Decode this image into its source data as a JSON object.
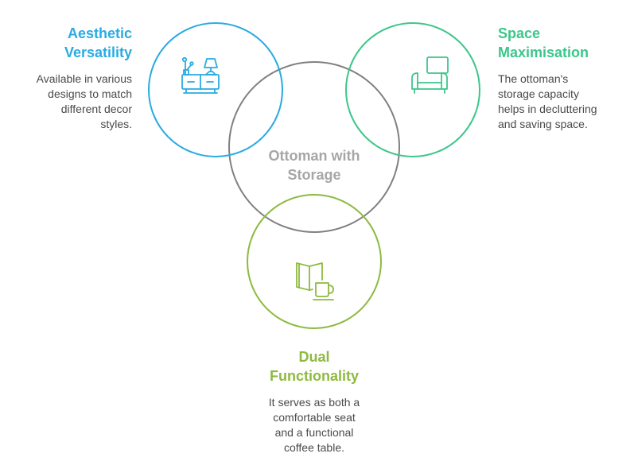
{
  "colors": {
    "aesthetic": "#29abe2",
    "space": "#3cc68a",
    "dual": "#8dba3f",
    "center_ring": "#808080",
    "center_text": "#a6a6a6",
    "body_text": "#4a4a4a"
  },
  "center": {
    "title_lines": [
      "Ottoman with",
      "Storage"
    ]
  },
  "nodes": {
    "aesthetic": {
      "title_lines": [
        "Aesthetic",
        "Versatility"
      ],
      "desc_lines": [
        "Available in various",
        "designs to match",
        "different decor",
        "styles."
      ],
      "icon": "furniture-lamp-icon"
    },
    "space": {
      "title_lines": [
        "Space",
        "Maximisation"
      ],
      "desc_lines": [
        "The ottoman's",
        "storage capacity",
        "helps in decluttering",
        "and saving space."
      ],
      "icon": "armchair-icon"
    },
    "dual": {
      "title_lines": [
        "Dual",
        "Functionality"
      ],
      "desc_lines": [
        "It serves as both a",
        "comfortable seat",
        "and a functional",
        "coffee table."
      ],
      "icon": "book-and-cup-icon"
    }
  }
}
